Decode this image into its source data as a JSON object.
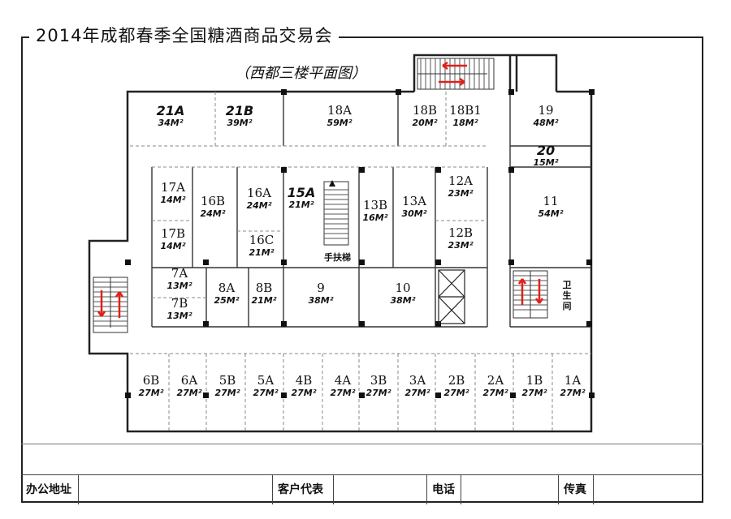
{
  "title": "2014年成都春季全国糖酒商品交易会",
  "subtitle": "（西都三楼平面图）",
  "booths": [
    {
      "id": "21A",
      "area": "34M²",
      "big": true
    },
    {
      "id": "21B",
      "area": "39M²",
      "big": true
    },
    {
      "id": "18A",
      "area": "59M²"
    },
    {
      "id": "18B",
      "area": "20M²"
    },
    {
      "id": "18B1",
      "area": "18M²"
    },
    {
      "id": "19",
      "area": "48M²"
    },
    {
      "id": "20",
      "area": "15M²",
      "big": true
    },
    {
      "id": "11",
      "area": "54M²"
    },
    {
      "id": "17A",
      "area": "14M²"
    },
    {
      "id": "16B",
      "area": "24M²"
    },
    {
      "id": "16A",
      "area": "24M²"
    },
    {
      "id": "15A",
      "area": "21M²",
      "big": true
    },
    {
      "id": "13B",
      "area": "16M²"
    },
    {
      "id": "13A",
      "area": "30M²"
    },
    {
      "id": "12A",
      "area": "23M²"
    },
    {
      "id": "17B",
      "area": "14M²"
    },
    {
      "id": "16C",
      "area": "21M²"
    },
    {
      "id": "12B",
      "area": "23M²"
    },
    {
      "id": "7A",
      "area": "13M²"
    },
    {
      "id": "7B",
      "area": "13M²"
    },
    {
      "id": "8A",
      "area": "25M²"
    },
    {
      "id": "8B",
      "area": "21M²"
    },
    {
      "id": "9",
      "area": "38M²"
    },
    {
      "id": "10",
      "area": "38M²"
    },
    {
      "id": "6B",
      "area": "27M²"
    },
    {
      "id": "6A",
      "area": "27M²"
    },
    {
      "id": "5B",
      "area": "27M²"
    },
    {
      "id": "5A",
      "area": "27M²"
    },
    {
      "id": "4B",
      "area": "27M²"
    },
    {
      "id": "4A",
      "area": "27M²"
    },
    {
      "id": "3B",
      "area": "27M²"
    },
    {
      "id": "3A",
      "area": "27M²"
    },
    {
      "id": "2B",
      "area": "27M²"
    },
    {
      "id": "2A",
      "area": "27M²"
    },
    {
      "id": "1B",
      "area": "27M²"
    },
    {
      "id": "1A",
      "area": "27M²"
    }
  ],
  "escalator_label": "手扶梯",
  "restroom_label": "卫生间",
  "contact": {
    "office_label": "办公地址",
    "office_value": "",
    "rep_label": "客户代表",
    "rep_value": "",
    "phone_label": "电话",
    "phone_value": "",
    "fax_label": "传真",
    "fax_value": ""
  },
  "colors": {
    "line": "#222222",
    "arrow": "#e0201a",
    "dash": "#888888"
  }
}
